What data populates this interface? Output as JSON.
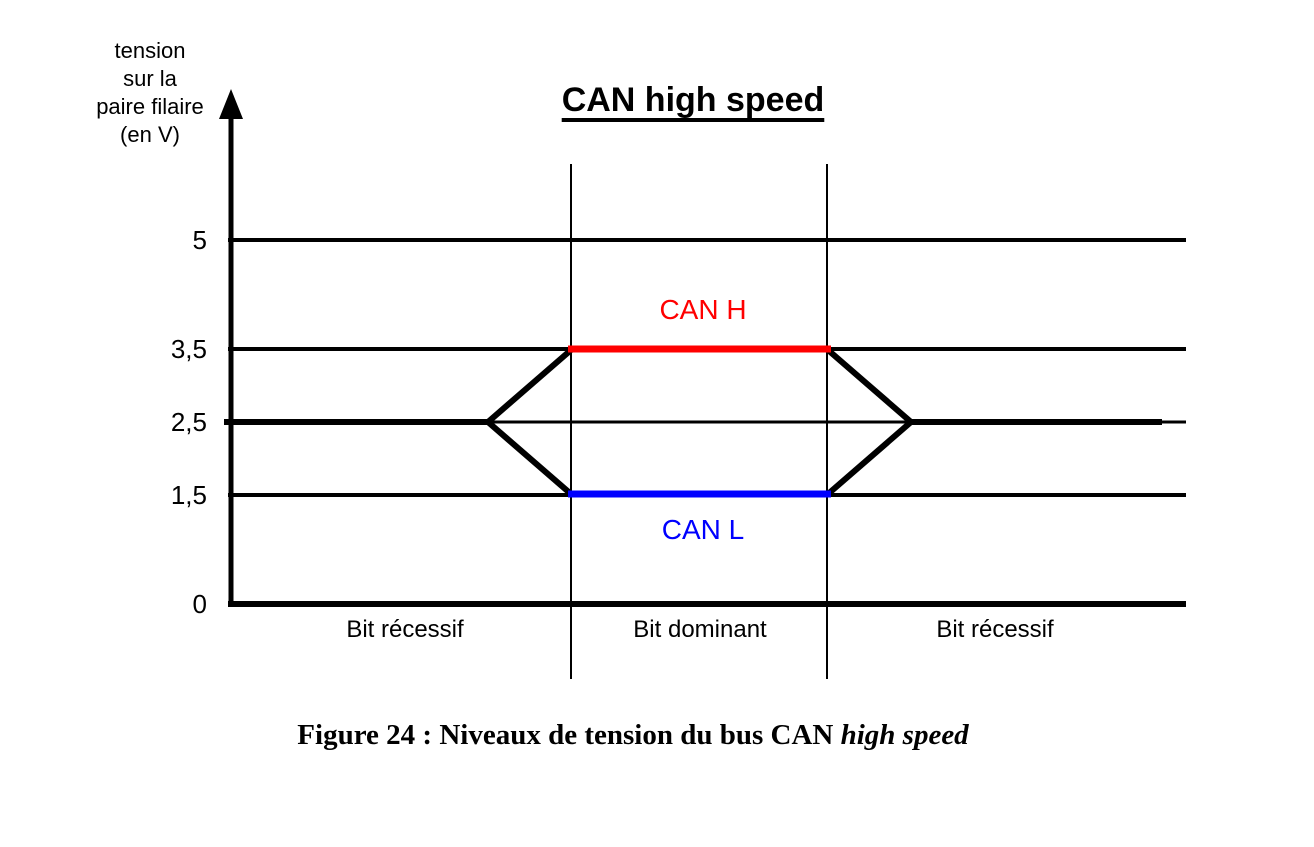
{
  "figure": {
    "title": "CAN high speed",
    "caption_prefix": "Figure 24 : Niveaux de tension du bus CAN ",
    "caption_italic": "high speed"
  },
  "axis": {
    "label_lines": [
      "tension",
      "sur la",
      "paire filaire",
      "(en V)"
    ],
    "ticks": [
      "5",
      "3,5",
      "2,5",
      "1,5",
      "0"
    ],
    "unit": "V"
  },
  "signals": {
    "can_h": {
      "label": "CAN H",
      "color": "#ff0000",
      "dominant_level_v": 3.5,
      "recessive_level_v": 2.5
    },
    "can_l": {
      "label": "CAN L",
      "color": "#0000ff",
      "dominant_level_v": 1.5,
      "recessive_level_v": 2.5
    }
  },
  "regions": [
    {
      "label": "Bit récessif"
    },
    {
      "label": "Bit dominant"
    },
    {
      "label": "Bit récessif"
    }
  ]
}
